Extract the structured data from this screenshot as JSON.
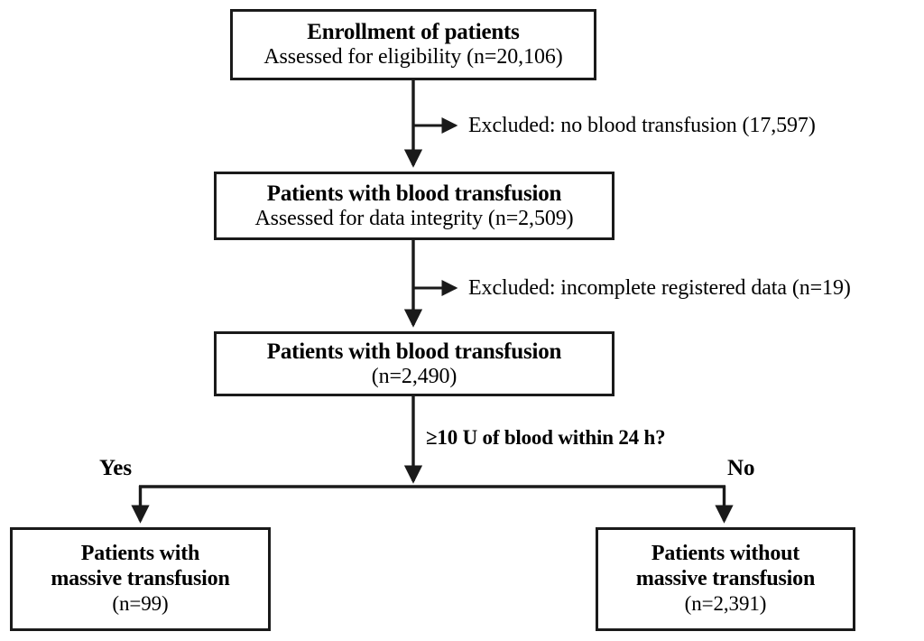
{
  "diagram": {
    "title": "Patient enrollment flow diagram",
    "type": "flowchart",
    "stroke_color": "#1a1a1a",
    "background_color": "#ffffff"
  },
  "nodes": {
    "enrollment": {
      "title": "Enrollment of patients",
      "subtitle": "Assessed for eligibility  (n=20,106)",
      "count": 20106
    },
    "transfused_integrity": {
      "title": "Patients with blood transfusion",
      "subtitle": "Assessed for data integrity (n=2,509)",
      "count": 2509
    },
    "transfused_final": {
      "title": "Patients with blood transfusion",
      "subtitle": "(n=2,490)",
      "count": 2490
    },
    "massive": {
      "title_line1": "Patients with",
      "title_line2": "massive transfusion",
      "subtitle": "(n=99)",
      "count": 99
    },
    "nonmassive": {
      "title_line1": "Patients without",
      "title_line2": "massive transfusion",
      "subtitle": "(n=2,391)",
      "count": 2391
    }
  },
  "exclusions": [
    {
      "label": "Excluded: no blood transfusion (17,597)",
      "count": 17597
    },
    {
      "label": "Excluded: incomplete registered data (n=19)",
      "count": 19
    }
  ],
  "decision": {
    "criterion": "≥10 U of blood within 24 h?",
    "yes_label": "Yes",
    "no_label": "No"
  }
}
